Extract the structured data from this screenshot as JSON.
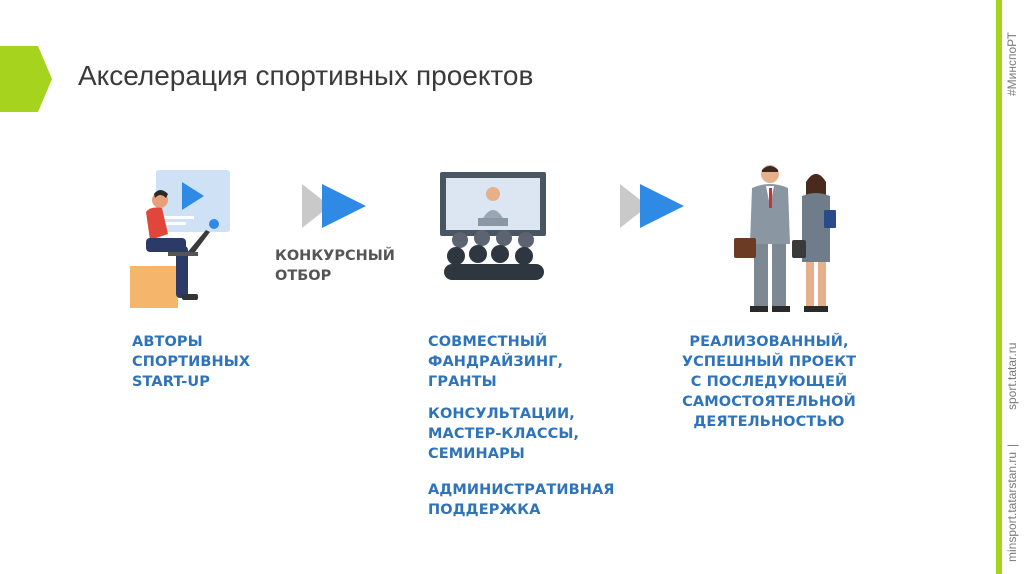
{
  "slide": {
    "title": "Акселерация спортивных проектов",
    "hashtag": "#МинспоРТ",
    "site_1": "minsport.tatarstan.ru",
    "separator": "|",
    "site_2": "sport.tatar.ru"
  },
  "colors": {
    "accent_green": "#a6d31e",
    "blue_text": "#2f73b8",
    "grey_text": "#555555"
  },
  "selection": {
    "label_line1": "КОНКУРСНЫЙ",
    "label_line2": "ОТБОР"
  },
  "authors": {
    "line1": "АВТОРЫ",
    "line2": "СПОРТИВНЫХ",
    "line3": "START-UP"
  },
  "support": {
    "group1_line1": "СОВМЕСТНЫЙ",
    "group1_line2": "ФАНДРАЙЗИНГ,",
    "group1_line3": "ГРАНТЫ",
    "group2_line1": "КОНСУЛЬТАЦИИ,",
    "group2_line2": "МАСТЕР-КЛАССЫ,",
    "group2_line3": "СЕМИНАРЫ",
    "group3_line1": "АДМИНИСТРАТИВНАЯ",
    "group3_line2": "ПОДДЕРЖКА"
  },
  "result": {
    "line1": "РЕАЛИЗОВАННЫЙ,",
    "line2": "УСПЕШНЫЙ ПРОЕКТ",
    "line3": "С ПОСЛЕДУЮЩЕЙ",
    "line4": "САМОСТОЯТЕЛЬНОЙ",
    "line5": "ДЕЯТЕЛЬНОСТЬЮ"
  },
  "icons": [
    "developer-laptop-icon",
    "double-arrow-icon",
    "presentation-audience-icon",
    "business-people-icon"
  ]
}
